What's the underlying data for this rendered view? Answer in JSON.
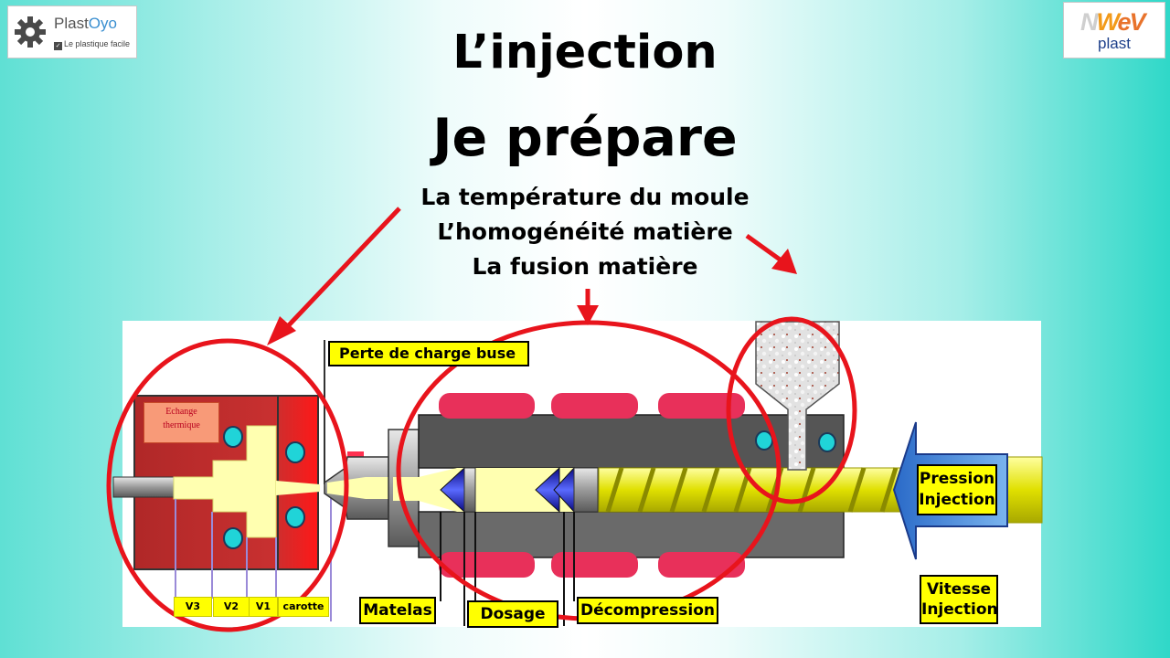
{
  "header": {
    "logo_left": {
      "brand_a": "Plast",
      "brand_b": "Oyo",
      "tagline": "Le plastique facile",
      "icon": "gear-icon"
    },
    "logo_right": {
      "line1_a": "N",
      "line1_b": "W",
      "line1_c": "eV",
      "line2": "plast"
    }
  },
  "title": "L’injection",
  "subtitle": "Je prépare",
  "bullets": [
    "La température du moule",
    "L’homogénéité matière",
    "La fusion matière"
  ],
  "diagram": {
    "labels": {
      "perte": "Perte de charge buse",
      "echange_line1": "Echange",
      "echange_line2": "thermique",
      "pression_line1": "Pression",
      "pression_line2": "Injection",
      "vitesse_line1": "Vitesse",
      "vitesse_line2": "Injection",
      "matelas": "Matelas",
      "dosage": "Dosage",
      "decompression": "Décompression",
      "v3": "V3",
      "v2": "V2",
      "v1": "V1",
      "carotte": "carotte"
    },
    "colors": {
      "highlight_red": "#e8141c",
      "label_yellow": "#ffff00",
      "arrow_blue": "#4a90d9",
      "heater_pink": "#e8305a",
      "barrel_gray": "#555555",
      "melt_cream": "#ffffb0"
    }
  }
}
